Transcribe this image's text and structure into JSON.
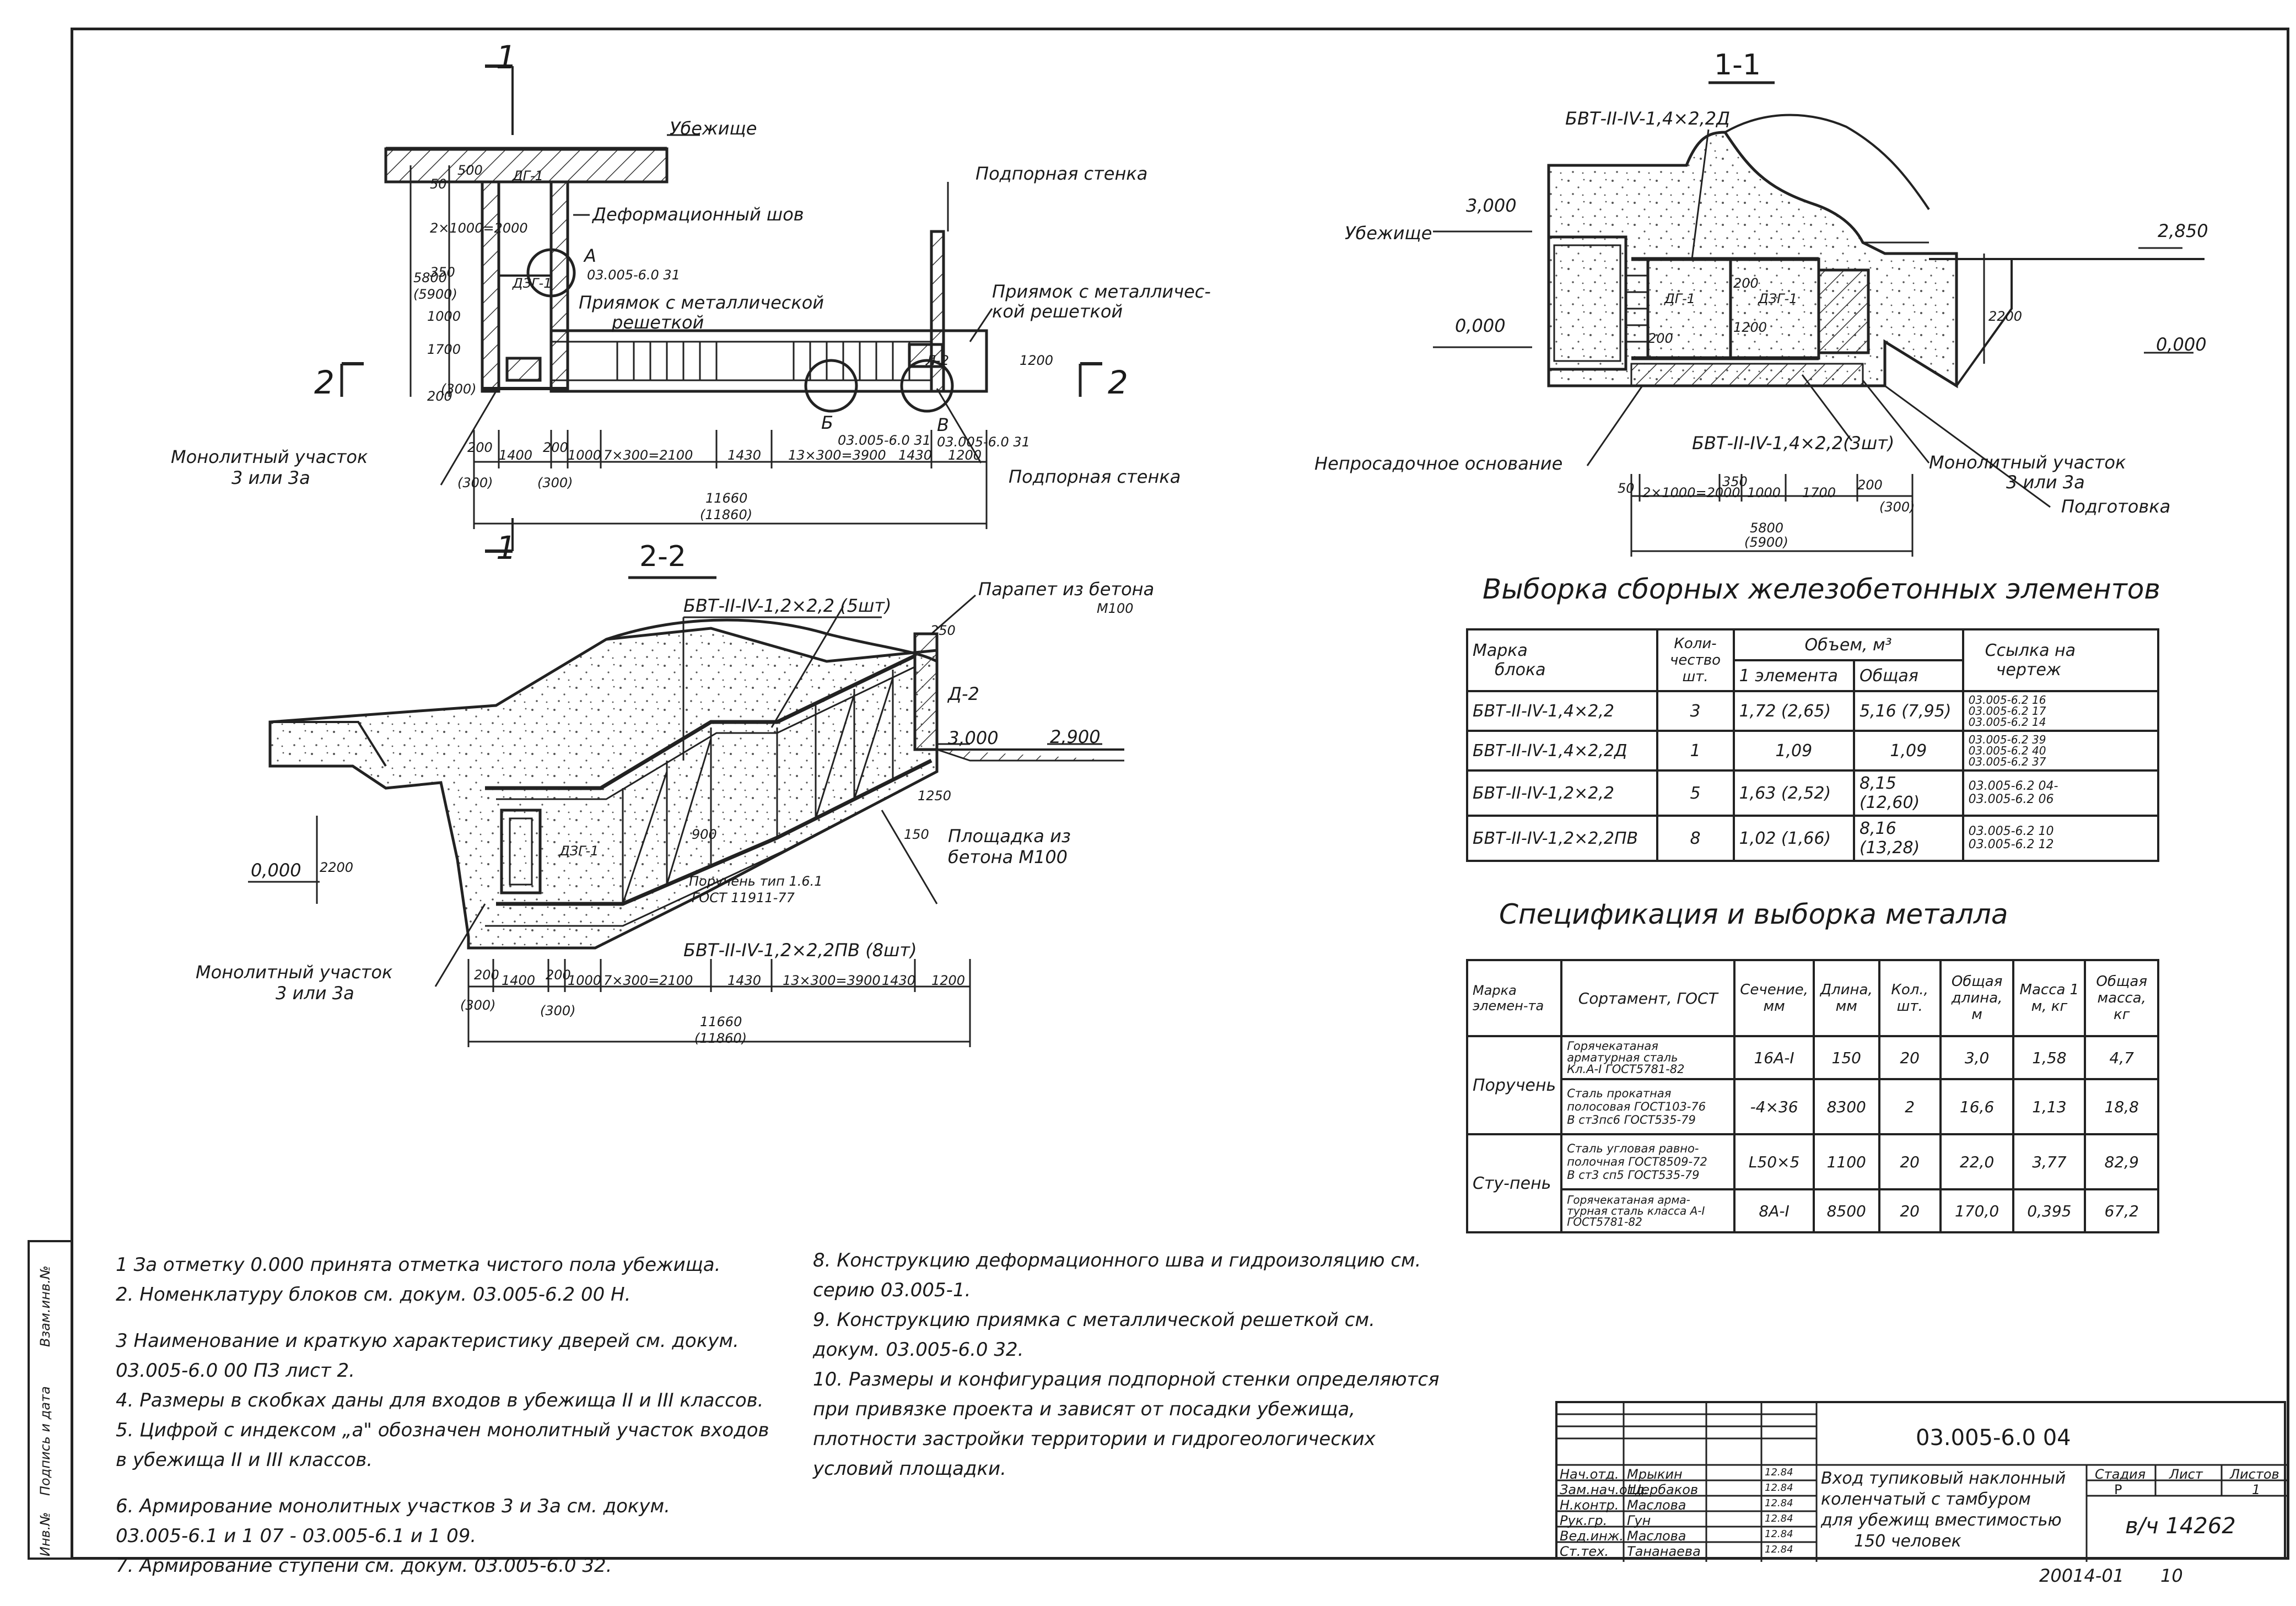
{
  "plan": {
    "section_mark_top": "1",
    "section_mark_bottom": "1",
    "section_mark_left": "2",
    "section_mark_right": "2",
    "labels": {
      "shelter": "Убежище",
      "retaining_wall_top": "Подпорная стенка",
      "deformation_joint": "Деформационный шов",
      "node_a": "А",
      "node_a_ref": "03.005-6.0 31",
      "door_dzg": "ДЗГ-1",
      "door_dg": "ДГ-1",
      "pit": "Приямок с металлической",
      "pit2": "решеткой",
      "pit_right": "Приямок с металличес-",
      "pit_right2": "кой решеткой",
      "monolithic": "Монолитный участок",
      "monolithic2": "3 или 3а",
      "node_b": "Б",
      "node_b_ref": "03.005-6.0 31",
      "node_v": "В",
      "node_v_ref": "03.005-6.0 31",
      "retaining_wall_bottom": "Подпорная стенка",
      "l2": "Л-2"
    },
    "dims": {
      "d200": "200",
      "d300": "(300)",
      "d1400": "1400",
      "d200b": "200",
      "d300b": "(300)",
      "d1000": "1000",
      "d7x300": "7×300=2100",
      "d1430": "1430",
      "d13x300": "13×300=3900",
      "d1430b": "1430",
      "d1200": "1200",
      "total": "11660",
      "total_alt": "(11860)",
      "v5800": "5800",
      "v5900": "(5900)",
      "v1700": "1700",
      "v1000": "1000",
      "v350": "350",
      "v2x1000": "2×1000=2000",
      "v50": "50",
      "v500": "500",
      "v200": "200",
      "v300": "(300)",
      "v1200": "1200"
    }
  },
  "section_22": {
    "title": "2-2",
    "labels": {
      "bvt_top": "БВТ-II-IV-1,2×2,2 (5шт)",
      "parapet": "Парапет из бетона",
      "parapet2": "М100",
      "d250": "250",
      "d2": "Д-2",
      "elev3": "3,000",
      "elev29": "2,900",
      "elev0": "0,000",
      "d2200": "2200",
      "platform": "Площадка из",
      "platform2": "бетона М100",
      "handrail": "Поручень тип 1.6.1",
      "handrail2": "ГОСТ 11911-77",
      "bvt_bottom": "БВТ-II-IV-1,2×2,2ПВ (8шт)",
      "dzg": "ДЗГ-1",
      "d900": "900",
      "d1250": "1250",
      "d150": "150",
      "monolithic": "Монолитный участок",
      "monolithic2": "3 или 3а"
    },
    "dims": {
      "d200": "200",
      "d300": "(300)",
      "d1400": "1400",
      "d200b": "200",
      "d300b": "(300)",
      "d1000": "1000",
      "d7x300": "7×300=2100",
      "d1430": "1430",
      "d13x300": "13×300=3900",
      "d1430b": "1430",
      "d1200": "1200",
      "total": "11660",
      "total_alt": "(11860)"
    }
  },
  "section_11": {
    "title": "1-1",
    "labels": {
      "bvt_top": "БВТ-II-IV-1,4×2,2Д",
      "shelter": "Убежище",
      "elev3": "3,000",
      "elev0": "0,000",
      "elev285": "2,850",
      "elev0r": "0,000",
      "d2200": "2200",
      "dg": "ДГ-1",
      "dzg": "ДЗГ-1",
      "d1200": "1200",
      "d200": "200",
      "d200b": "200",
      "bvt_bottom": "БВТ-II-IV-1,4×2,2(3шт)",
      "base": "Непросадочное основание",
      "monolithic": "Монолитный участок",
      "monolithic2": "3 или 3а",
      "prep": "Подготовка"
    },
    "dims": {
      "d50": "50",
      "d2x1000": "2×1000=2000",
      "d350": "350",
      "d1000": "1000",
      "d1700": "1700",
      "d200": "200",
      "d300": "(300)",
      "total": "5800",
      "total_alt": "(5900)"
    }
  },
  "precast_table": {
    "title": "Выборка сборных железобетонных элементов",
    "headers": {
      "mark": "Марка",
      "block": "блока",
      "qty": "Коли-чество шт.",
      "volume": "Объем, м³",
      "one": "1 элемента",
      "total": "Общая",
      "ref": "Ссылка на",
      "ref2": "чертеж"
    },
    "rows": [
      {
        "mark": "БВТ-II-IV-1,4×2,2",
        "qty": "3",
        "one": "1,72 (2,65)",
        "total": "5,16 (7,95)",
        "ref": [
          "03.005-6.2 16",
          "03.005-6.2 17",
          "03.005-6.2 14"
        ]
      },
      {
        "mark": "БВТ-II-IV-1,4×2,2Д",
        "qty": "1",
        "one": "1,09",
        "total": "1,09",
        "ref": [
          "03.005-6.2 39",
          "03.005-6.2 40",
          "03.005-6.2 37"
        ]
      },
      {
        "mark": "БВТ-II-IV-1,2×2,2",
        "qty": "5",
        "one": "1,63 (2,52)",
        "total": "8,15 (12,60)",
        "ref": [
          "03.005-6.2 04-",
          "03.005-6.2 06"
        ]
      },
      {
        "mark": "БВТ-II-IV-1,2×2,2ПВ",
        "qty": "8",
        "one": "1,02 (1,66)",
        "total": "8,16 (13,28)",
        "ref": [
          "03.005-6.2 10",
          "03.005-6.2 12"
        ]
      }
    ]
  },
  "metal_table": {
    "title": "Спецификация и выборка металла",
    "headers": {
      "mark": "Марка элемен-та",
      "sort": "Сортамент, ГОСТ",
      "section": "Сечение, мм",
      "length": "Длина, мм",
      "qty": "Кол., шт.",
      "total_length": "Общая длина, м",
      "mass1": "Масса 1 м, кг",
      "total_mass": "Общая масса, кг"
    },
    "groups": [
      {
        "name": "Поручень",
        "rows": [
          {
            "sort": [
              "Горячекатаная",
              "арматурная сталь",
              "Кл.А-I ГОСТ5781-82"
            ],
            "section": "16А-I",
            "length": "150",
            "qty": "20",
            "total_length": "3,0",
            "mass1": "1,58",
            "total_mass": "4,7"
          },
          {
            "sort": [
              "Сталь прокатная",
              "полосовая ГОСТ103-76",
              "В ст3пс6 ГОСТ535-79"
            ],
            "section": "-4×36",
            "length": "8300",
            "qty": "2",
            "total_length": "16,6",
            "mass1": "1,13",
            "total_mass": "18,8"
          }
        ]
      },
      {
        "name": "Сту-пень",
        "rows": [
          {
            "sort": [
              "Сталь угловая равно-",
              "полочная ГОСТ8509-72",
              "В ст3 сп5 ГОСТ535-79"
            ],
            "section": "L50×5",
            "length": "1100",
            "qty": "20",
            "total_length": "22,0",
            "mass1": "3,77",
            "total_mass": "82,9"
          },
          {
            "sort": [
              "Горячекатаная арма-",
              "турная сталь класса А-I",
              "ГОСТ5781-82"
            ],
            "section": "8А-I",
            "length": "8500",
            "qty": "20",
            "total_length": "170,0",
            "mass1": "0,395",
            "total_mass": "67,2"
          }
        ]
      }
    ]
  },
  "notes_left": [
    "1  За отметку 0.000 принята отметка чистого пола убежища.",
    "2.  Номенклатуру        блоков см.  докум.    03.005-6.2  00 Н.",
    "3  Наименование и краткую характеристику дверей см.  докум.",
    "    03.005-6.0    00 ПЗ  лист 2.",
    "4.  Размеры  в скобках даны для входов в убежища II и III классов.",
    "5.  Цифрой с индексом „а\" обозначен монолитный участок входов",
    "     в убежища II и III классов.",
    "6.  Армирование монолитных  участков 3 и 3а см.  докум.",
    "     03.005-6.1 и 1 07 - 03.005-6.1 и 1 09.",
    "7.  Армирование ступени см. докум.  03.005-6.0  32."
  ],
  "notes_right": [
    "8.  Конструкцию  деформационного шва и гидроизоляцию см.",
    "     серию 03.005-1.",
    "9.  Конструкцию приямка с металлической решеткой см.",
    "     докум. 03.005-6.0  32.",
    "10.  Размеры и конфигурация подпорной стенки определяются",
    "      при привязке проекта  и зависят от посадки убежища,",
    "      плотности застройки территории и гидрогеологических",
    "      условий  площадки."
  ],
  "side_stamp": [
    "Взам.инв.№",
    "Подпись и дата",
    "Инв.№"
  ],
  "stamp": {
    "code": "03.005-6.0 04",
    "roles": [
      {
        "role": "Нач.отд.",
        "name": "Мрыкин",
        "date": "12.84"
      },
      {
        "role": "Зам.нач.отд.",
        "name": "Щербаков",
        "date": "12.84"
      },
      {
        "role": "Н.контр.",
        "name": "Маслова",
        "date": "12.84"
      },
      {
        "role": "Рук.гр.",
        "name": "Гун",
        "date": "12.84"
      },
      {
        "role": "Вед.инж.",
        "name": "Маслова",
        "date": "12.84"
      },
      {
        "role": "Ст.тех.",
        "name": "Тананаева",
        "date": "12.84"
      }
    ],
    "title": [
      "Вход тупиковый наклонный",
      "коленчатый с тамбуром",
      "для убежищ вместимостью",
      "150 человек"
    ],
    "stage_h": "Стадия",
    "sheet_h": "Лист",
    "sheets_h": "Листов",
    "stage": "Р",
    "sheets": "1",
    "org": "в/ч 14262",
    "bottom_num": "20014-01",
    "bottom_page": "10"
  }
}
